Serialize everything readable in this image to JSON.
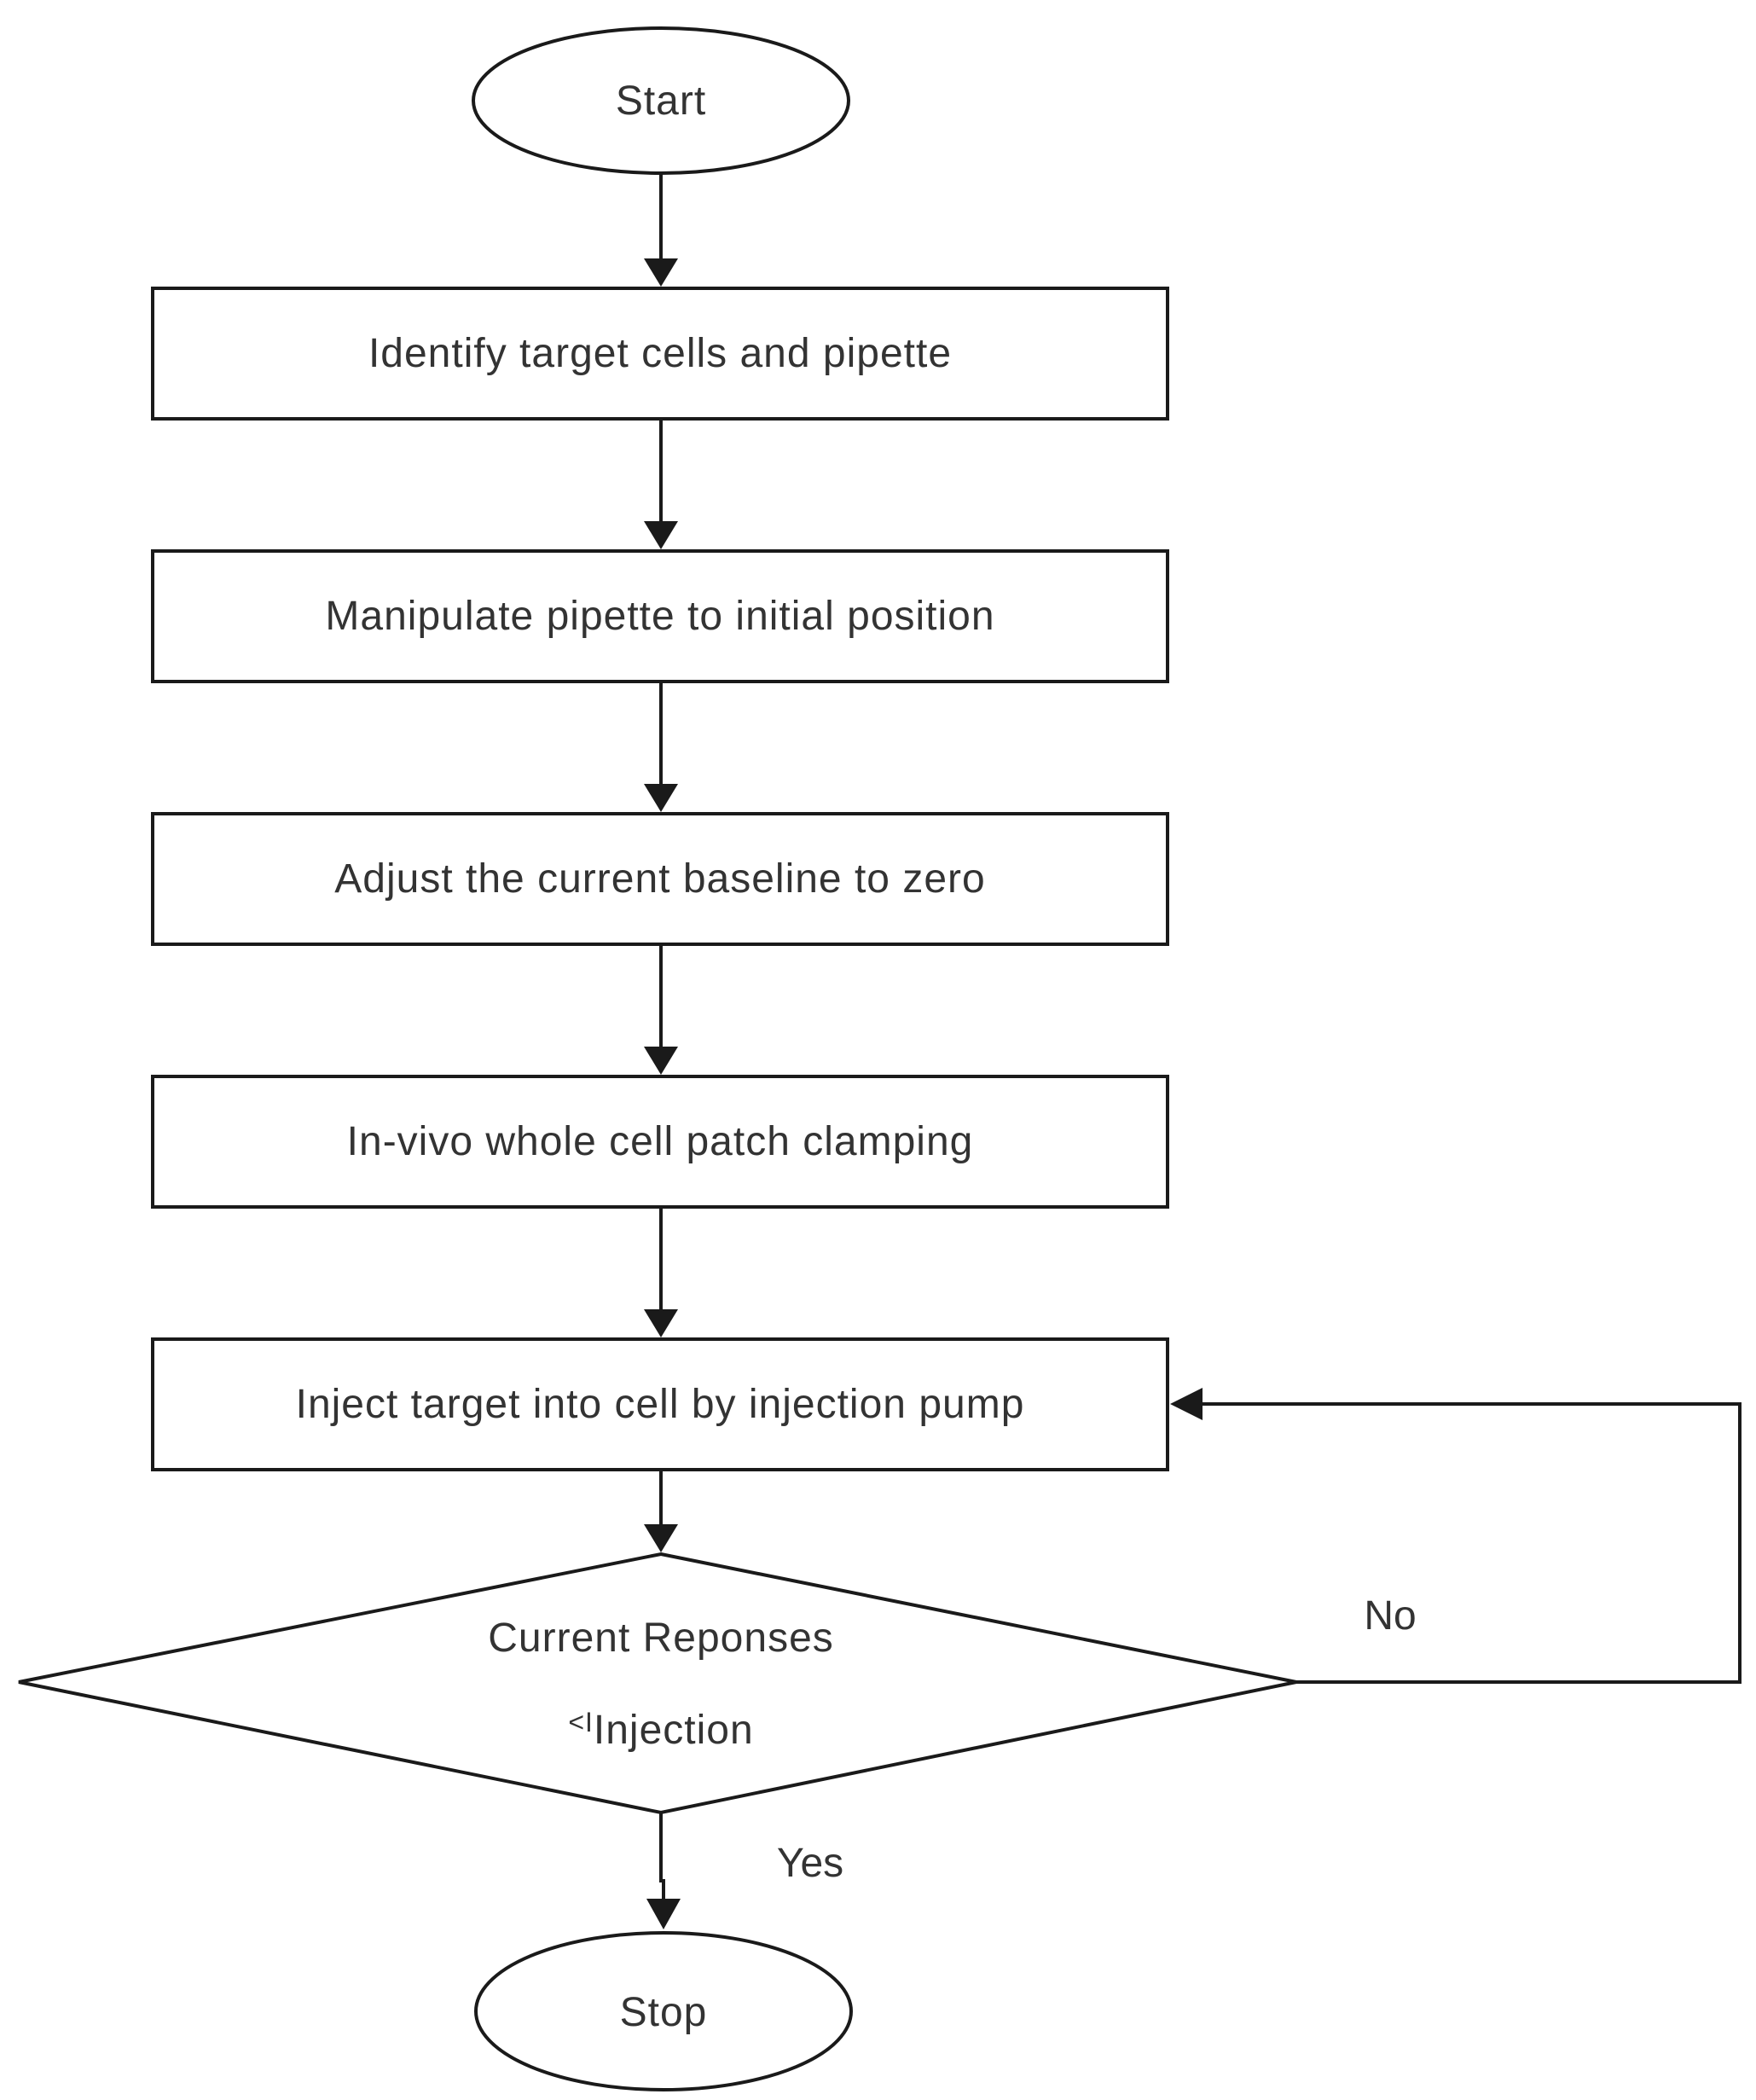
{
  "colors": {
    "stroke": "#1a1a1a",
    "text": "#333333",
    "background": "#ffffff"
  },
  "nodes": {
    "start": {
      "label": "Start",
      "shape": "ellipse"
    },
    "identify": {
      "label": "Identify target cells and pipette",
      "shape": "rectangle"
    },
    "manipulate": {
      "label": "Manipulate pipette to initial position",
      "shape": "rectangle"
    },
    "adjust": {
      "label": "Adjust the current baseline to zero",
      "shape": "rectangle"
    },
    "clamping": {
      "label": "In-vivo whole cell patch clamping",
      "shape": "rectangle"
    },
    "inject": {
      "label": "Inject target into cell by injection pump",
      "shape": "rectangle"
    },
    "decision": {
      "shape": "diamond",
      "line1": "Current Reponses",
      "line2_prefix": "<I",
      "line2_subscript": "Injection"
    },
    "stop": {
      "label": "Stop",
      "shape": "ellipse"
    }
  },
  "edges": {
    "no_label": "No",
    "yes_label": "Yes"
  }
}
